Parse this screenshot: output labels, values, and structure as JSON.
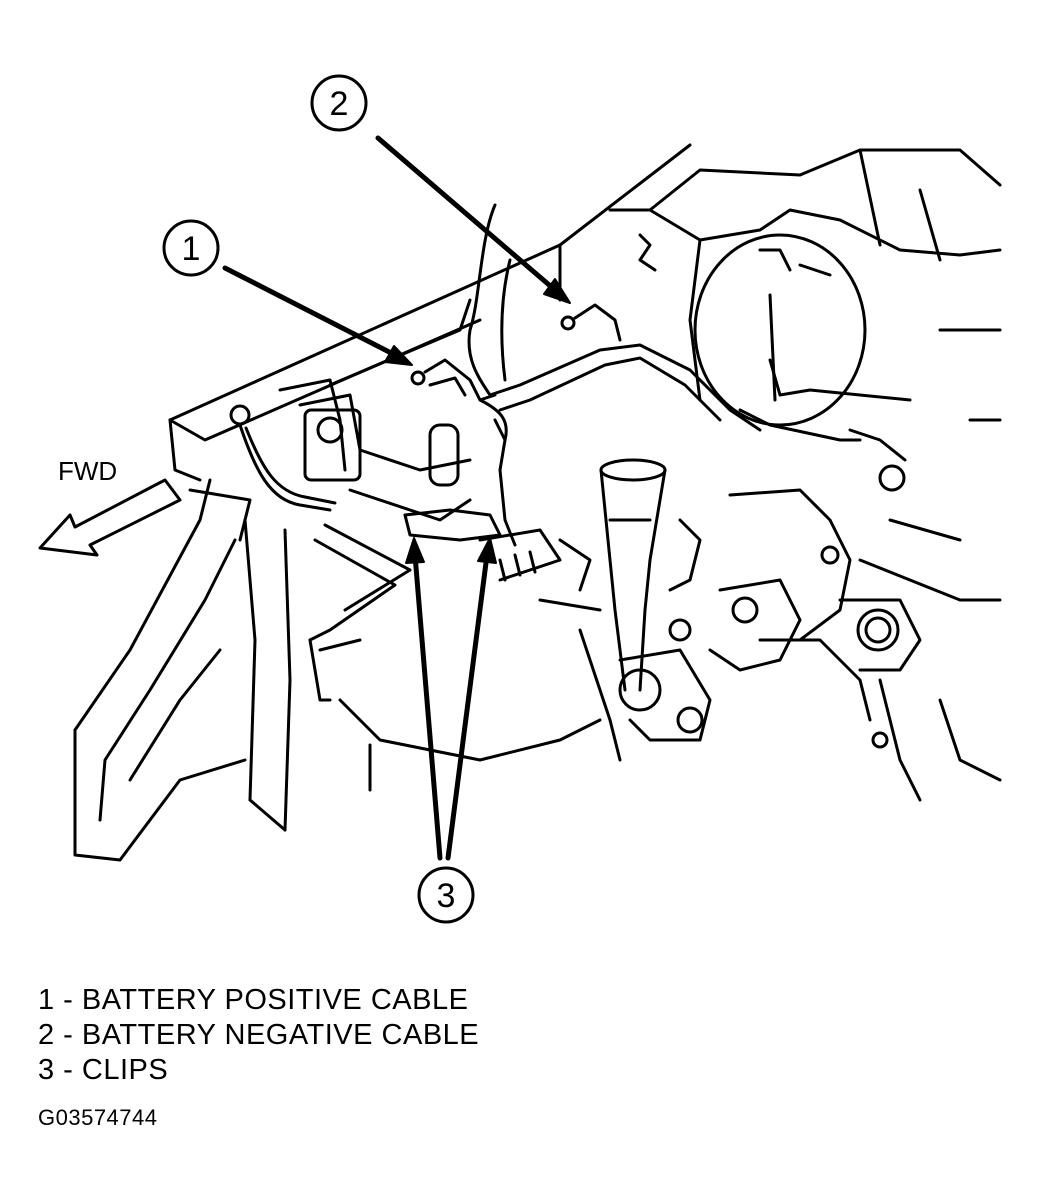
{
  "diagram": {
    "direction_label": "FWD",
    "callouts": [
      {
        "number": "1"
      },
      {
        "number": "2"
      },
      {
        "number": "3"
      }
    ]
  },
  "legend": [
    {
      "text": "1 - BATTERY POSITIVE CABLE"
    },
    {
      "text": "2 - BATTERY NEGATIVE CABLE"
    },
    {
      "text": "3 - CLIPS"
    }
  ],
  "figure_id": "G03574744",
  "colors": {
    "ink": "#000000",
    "paper": "#ffffff"
  }
}
